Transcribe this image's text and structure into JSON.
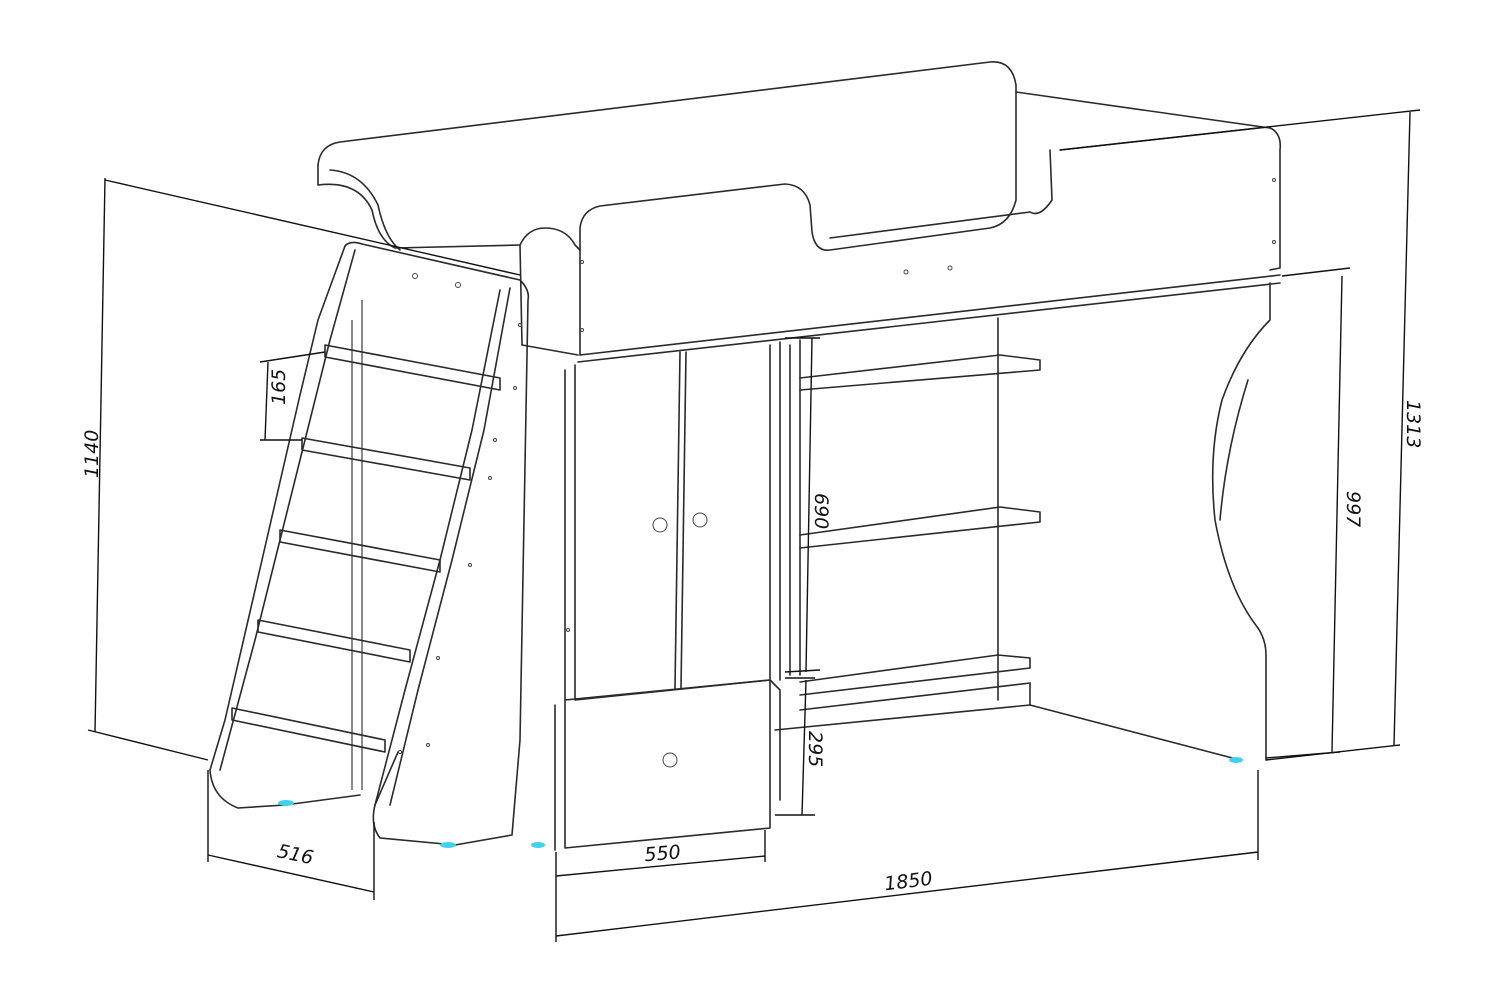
{
  "dimensions": {
    "ladder_depth": "516",
    "drawer_width": "550",
    "total_length": "1850",
    "ladder_height": "1140",
    "step_spacing": "165",
    "wardrobe_height": "690",
    "drawer_height": "295",
    "underbed_height": "997",
    "total_height": "1313"
  },
  "colors": {
    "line": "#2a2a2a",
    "dimension": "#111111",
    "foot_marker": "#3fd2e8",
    "background": "#ffffff"
  }
}
